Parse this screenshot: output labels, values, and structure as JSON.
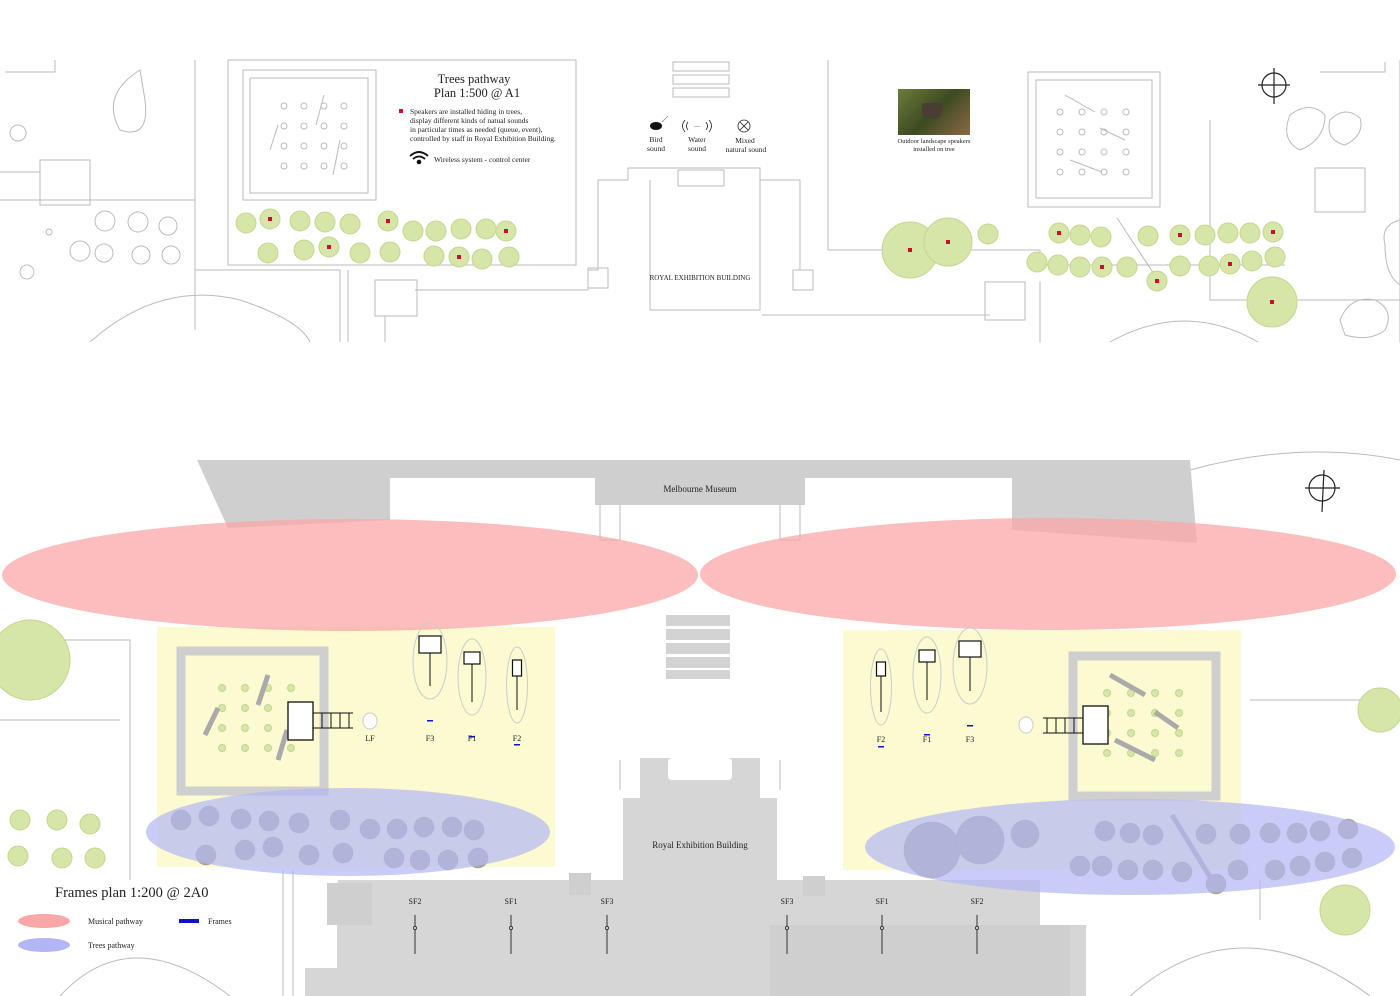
{
  "top_plan": {
    "title": "Trees pathway",
    "scale": "Plan 1:500 @ A1",
    "note_lines": [
      "Speakers are installed hiding in trees,",
      "display different kinds of natual sounds",
      "in particular times as needed (queue, event),",
      "controlled by staff in Royal Exhibition Building."
    ],
    "wireless_label": "Wireless system - control center",
    "sounds": [
      {
        "icon": "bird-icon",
        "line1": "Bird",
        "line2": "sound"
      },
      {
        "icon": "water-icon",
        "line1": "Water",
        "line2": "sound"
      },
      {
        "icon": "mixed-sound-icon",
        "line1": "Mixed",
        "line2": "natural sound"
      }
    ],
    "photo_caption_1": "Outdoor landscape speakers",
    "photo_caption_2": "installed on tree",
    "building_label": "ROYAL EXHIBITION BUILDING"
  },
  "frames_plan": {
    "museum_label": "Melbourne Museum",
    "building_label": "Royal Exhibition Building",
    "title": "Frames plan 1:200 @ 2A0",
    "left_frames": [
      "LF",
      "F3",
      "F1",
      "F2"
    ],
    "right_frames": [
      "F2",
      "F1",
      "F3"
    ],
    "bottom_frames_left": [
      "SF2",
      "SF1",
      "SF3"
    ],
    "bottom_frames_right": [
      "SF3",
      "SF1",
      "SF2"
    ],
    "legend": [
      {
        "label": "Musical pathway",
        "color": "#f9a7a7"
      },
      {
        "label": "Trees pathway",
        "color": "#b3b6f5"
      },
      {
        "label": "Frames",
        "color": "#1010d0"
      }
    ]
  }
}
